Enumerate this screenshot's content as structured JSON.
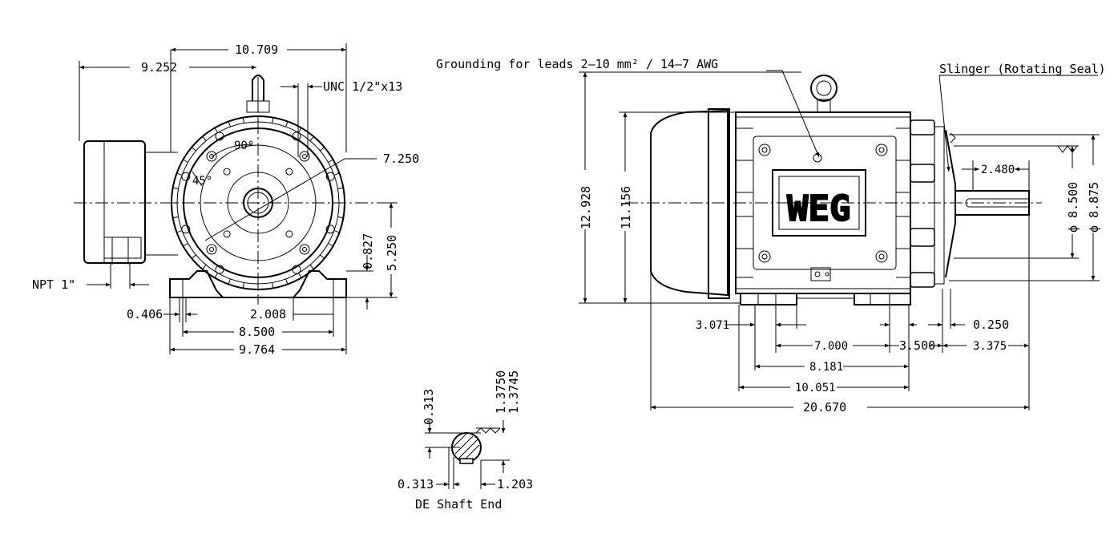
{
  "front_view": {
    "dims": {
      "d10709": "10.709",
      "d9252": "9.252",
      "unc": "UNC 1/2\"x13",
      "d7250": "7.250",
      "a90": "90°",
      "a45": "45°",
      "npt": "NPT 1\"",
      "d0827": "0.827",
      "d5250": "5.250",
      "d0406": "0.406",
      "d2008": "2.008",
      "d8500": "8.500",
      "d9764": "9.764"
    }
  },
  "side_view": {
    "grounding": "Grounding for leads 2–10 mm² / 14–7 AWG",
    "slinger": "Slinger (Rotating Seal)",
    "logo": "WEG",
    "dims": {
      "d12928": "12.928",
      "d11156": "11.156",
      "d2480": "2.480",
      "d8500": "ϕ 8.500",
      "d8875": "ϕ 8.875",
      "d3071": "3.071",
      "d0250": "0.250",
      "d7000": "7.000",
      "d3500": "3.500",
      "d3375": "3.375",
      "d8181": "8.181",
      "d10051": "10.051",
      "d20670": "20.670"
    }
  },
  "shaft_view": {
    "d0313a": "0.313",
    "d13750": "1.3750",
    "d13745": "1.3745",
    "d0313b": "0.313",
    "d1203": "1.203",
    "caption": "DE Shaft End"
  }
}
